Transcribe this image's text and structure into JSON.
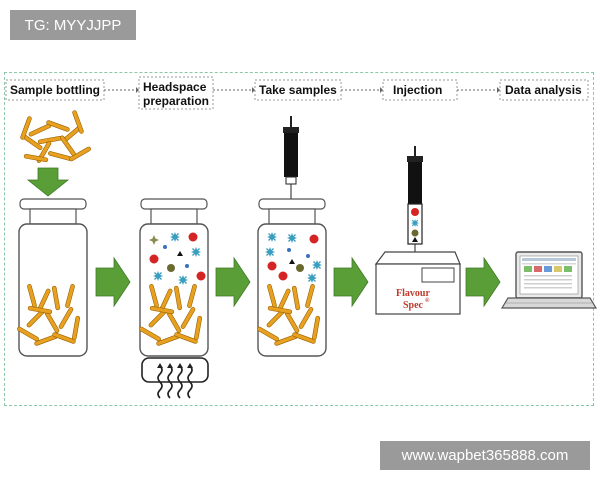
{
  "watermark_top": "TG: MYYJJPP",
  "watermark_bottom": "www.wapbet365888.com",
  "steps": [
    {
      "label": "Sample bottling"
    },
    {
      "label_line1": "Headspace",
      "label_line2": "preparation"
    },
    {
      "label": "Take samples"
    },
    {
      "label": "Injection"
    },
    {
      "label": "Data analysis"
    }
  ],
  "instrument": {
    "name": "Flavour",
    "name2": "Spec",
    "mark": "®"
  },
  "colors": {
    "arrow": "#5a9e38",
    "needle": "#222222",
    "frame": "#8ac8a8",
    "red_dot": "#d42424",
    "star": "#3a9fbf",
    "diamond": "#8a8a50",
    "sample": "#e8a020"
  }
}
